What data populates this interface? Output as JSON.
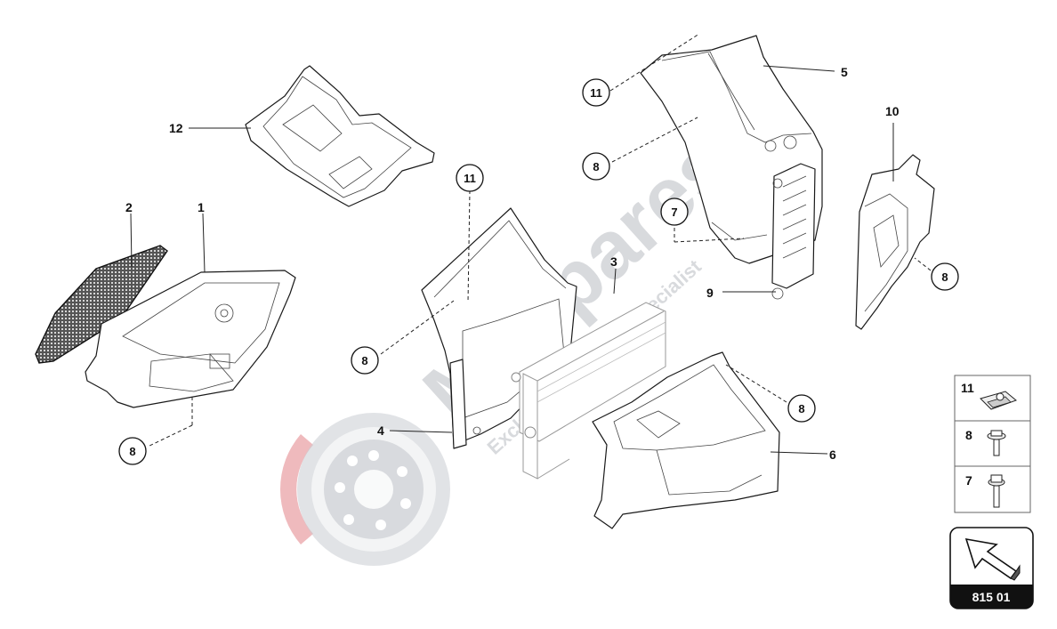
{
  "diagram": {
    "part_labels": [
      "1",
      "2",
      "3",
      "4",
      "5",
      "6",
      "7",
      "8",
      "9",
      "10",
      "11",
      "12"
    ],
    "callouts": [
      "11",
      "8",
      "7",
      "8",
      "11",
      "8",
      "8",
      "8"
    ],
    "legend": [
      {
        "label": "11",
        "icon": "clip-nut-icon"
      },
      {
        "label": "8",
        "icon": "flange-bolt-icon"
      },
      {
        "label": "7",
        "icon": "long-bolt-icon"
      }
    ],
    "reference": {
      "code": "815 01",
      "icon": "arrow-icon"
    },
    "watermark": {
      "brand": "Maspares",
      "tagline": "Exclusive Car Parts Specialist"
    }
  }
}
